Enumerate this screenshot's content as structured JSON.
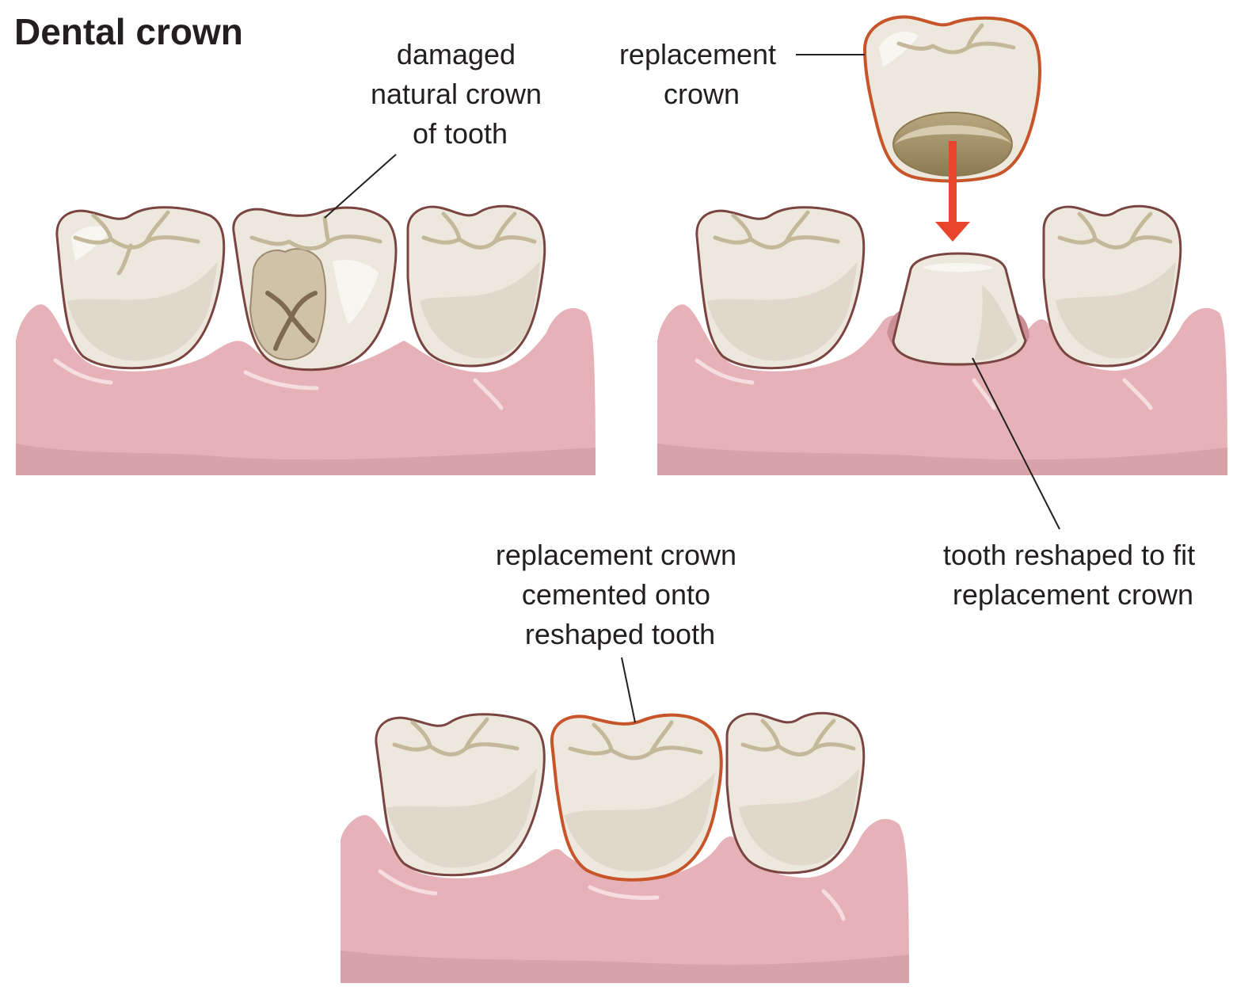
{
  "title": "Dental crown",
  "labels": {
    "damaged": [
      "damaged",
      "natural crown",
      "of tooth"
    ],
    "replacement": [
      "replacement",
      "crown"
    ],
    "reshaped": [
      "tooth reshaped to fit",
      "replacement crown"
    ],
    "cemented": [
      "replacement crown",
      "cemented onto",
      "reshaped tooth"
    ]
  },
  "colors": {
    "gum": "#e6b2b7",
    "tooth": "#ede8dd",
    "tooth_outline": "#7a4540",
    "crown_outline": "#c8542a",
    "arrow": "#e8452c"
  }
}
